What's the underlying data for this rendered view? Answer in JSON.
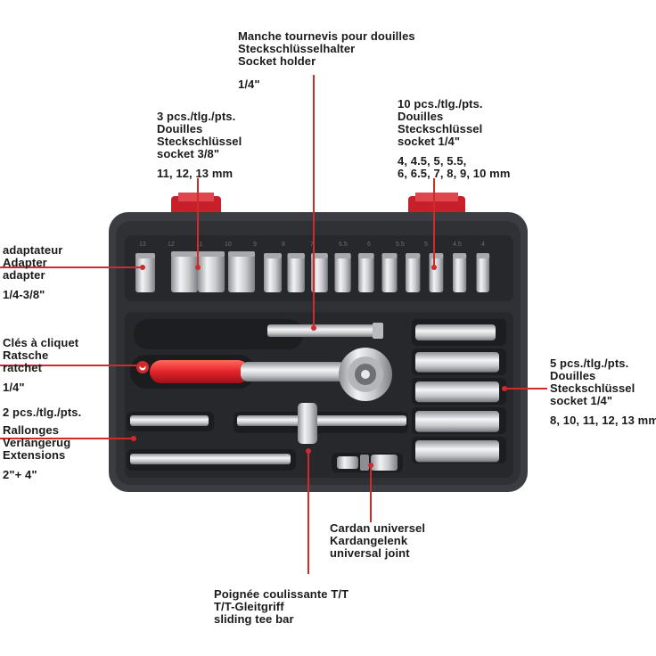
{
  "colors": {
    "leader": "#d12a2a",
    "case": "#3b3d42",
    "tray": "#2c2e32",
    "chrome": "#d7d9dc",
    "accent_red": "#c8202a"
  },
  "callouts": {
    "socket_holder": {
      "lines": [
        "Manche tournevis pour douilles",
        "Steckschlüsselhalter",
        "Socket holder"
      ],
      "spec": "1/4\""
    },
    "sockets_3_8": {
      "lines": [
        "3 pcs./tlg./pts.",
        "Douilles",
        "Steckschlüssel",
        "socket 3/8\""
      ],
      "spec": "11, 12, 13 mm"
    },
    "sockets_1_4_short": {
      "lines": [
        "10 pcs./tlg./pts.",
        "Douilles",
        "Steckschlüssel",
        "socket 1/4\""
      ],
      "spec": "4, 4.5, 5, 5.5,",
      "spec2": "6, 6.5, 7, 8, 9, 10 mm"
    },
    "adapter": {
      "lines": [
        "adaptateur",
        "Adapter",
        "adapter"
      ],
      "spec": "1/4-3/8\""
    },
    "ratchet": {
      "lines": [
        "Clés à cliquet",
        "Ratsche",
        "ratchet"
      ],
      "spec": "1/4\""
    },
    "extensions": {
      "lines": [
        "2 pcs./tlg./pts.",
        "Rallonges",
        "Verlängerug",
        "Extensions"
      ],
      "spec": "2\"+ 4\""
    },
    "sockets_1_4_deep": {
      "lines": [
        "5 pcs./tlg./pts.",
        "Douilles",
        "Steckschlüssel",
        "socket 1/4\""
      ],
      "spec": "8, 10, 11, 12, 13 mm"
    },
    "universal_joint": {
      "lines": [
        "Cardan universel",
        "Kardangelenk",
        "universal joint"
      ]
    },
    "tee_bar": {
      "lines": [
        "Poignée coulissante T/T",
        "T/T-Gleitgriff",
        "sliding tee bar"
      ]
    }
  },
  "case_markings": [
    "13",
    "12",
    "11",
    "10",
    "9",
    "8",
    "7",
    "6.5",
    "6",
    "5.5",
    "5",
    "4.5",
    "4"
  ]
}
